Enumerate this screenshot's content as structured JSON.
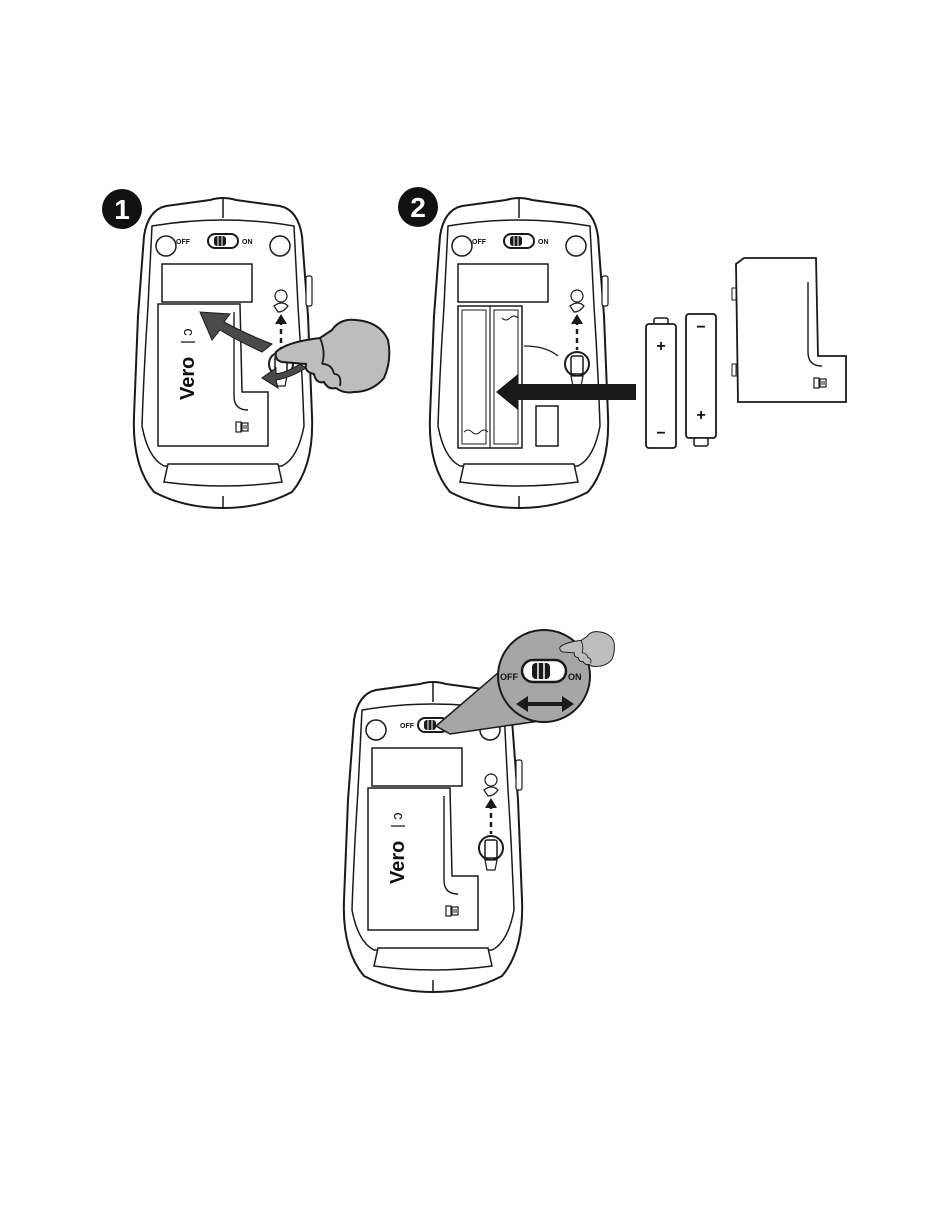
{
  "steps": [
    {
      "number": "1",
      "off": "OFF",
      "on": "ON",
      "brand": "Vero"
    },
    {
      "number": "2",
      "off": "OFF",
      "on": "ON"
    },
    {
      "off": "OFF",
      "on": "ON",
      "brand": "Vero",
      "zoom_off": "OFF",
      "zoom_on": "ON"
    }
  ],
  "batteries": [
    {
      "top_sign": "+",
      "bottom_sign": "−"
    },
    {
      "top_sign": "−",
      "bottom_sign": "+"
    }
  ],
  "colors": {
    "line": "#1a1a1a",
    "hand_fill": "#bdbdbd",
    "arrow_fill": "#4a4a4a",
    "zoom_fill": "#a6a6a6"
  },
  "icons": [
    "mouse-bottom-icon",
    "hand-icon",
    "battery-icon",
    "cover-icon",
    "curved-arrow-icon",
    "straight-arrow-icon",
    "double-arrow-icon",
    "receiver-icon",
    "nano-receiver-icon"
  ]
}
